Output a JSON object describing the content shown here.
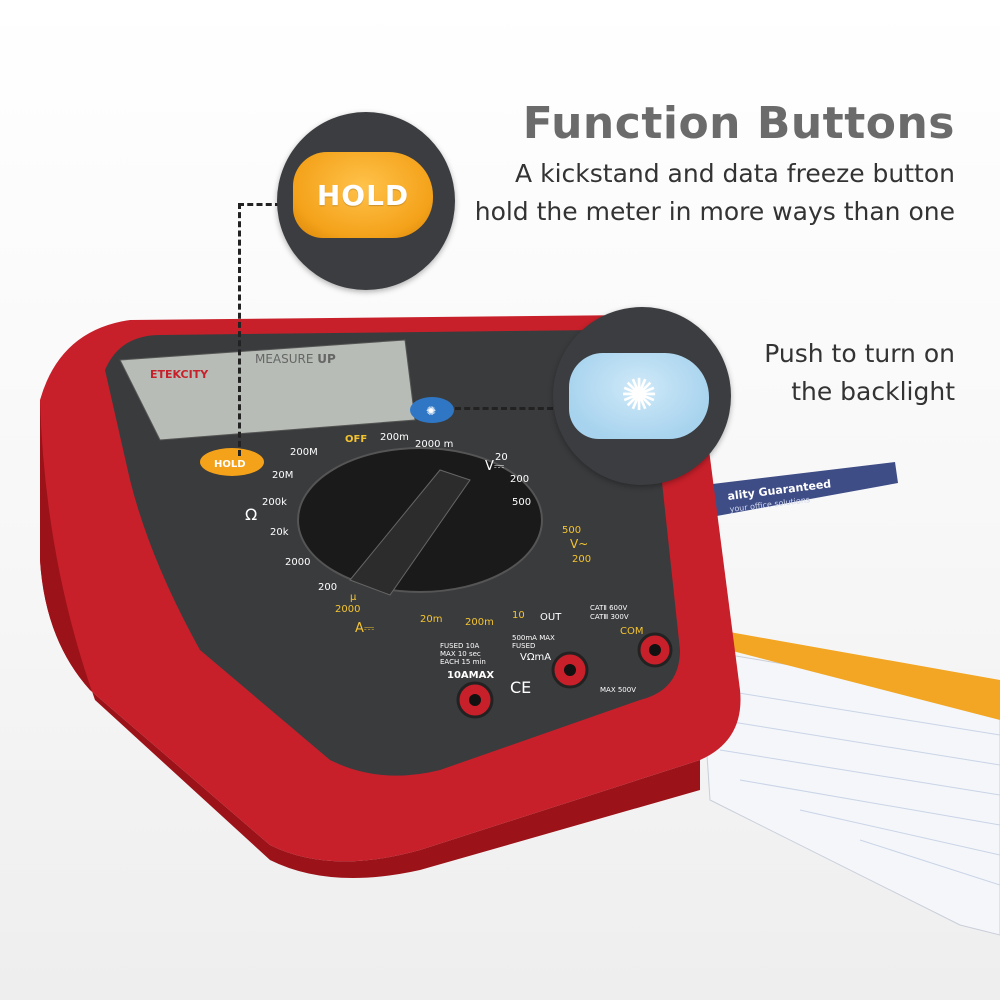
{
  "heading": {
    "title": "Function Buttons",
    "line1": "A kickstand and data freeze button",
    "line2": "hold the meter in more ways than one"
  },
  "backlight_callout": {
    "line1": "Push to turn on",
    "line2": "the backlight",
    "icon": "sun-icon"
  },
  "hold_callout": {
    "label": "HOLD"
  },
  "meter": {
    "brand": "ETEKCITY",
    "slogan_a": "MEASURE ",
    "slogan_b": "UP",
    "hold_button": "HOLD",
    "off": "OFF",
    "ohm": "Ω",
    "ohm_ranges": [
      "200M",
      "20M",
      "200k",
      "20k",
      "2000",
      "200"
    ],
    "v_dc_ranges": [
      "20",
      "200",
      "500"
    ],
    "v_ac_ranges": [
      "500",
      "200"
    ],
    "a_ranges": [
      "2000",
      "20m",
      "200m",
      "10"
    ],
    "top_ranges": [
      "200m",
      "2000 m"
    ],
    "v_dc": "V⎓",
    "v_ac": "V~",
    "a_dc": "A⎓",
    "ua": "μ",
    "out": "OUT",
    "fuse_10a": [
      "FUSED 10A",
      "MAX 10 sec",
      "EACH 15 min"
    ],
    "max_10a": "10AMAX",
    "fuse_ma": [
      "500mA MAX",
      "FUSED"
    ],
    "vomega": "VΩmA",
    "cat": [
      "CATⅡ 600V",
      "CATⅢ 300V"
    ],
    "com": "COM",
    "max500": "MAX 500V",
    "ce": "CE"
  },
  "ruler_text": [
    "ality Guaranteed",
    "your office solutions"
  ],
  "colors": {
    "body_red": "#c8202a",
    "panel": "#3a3b3d",
    "hold_orange": "#f4a21a",
    "backlight_blue": "#a7d3ee",
    "title_gray": "#6b6b6b"
  }
}
